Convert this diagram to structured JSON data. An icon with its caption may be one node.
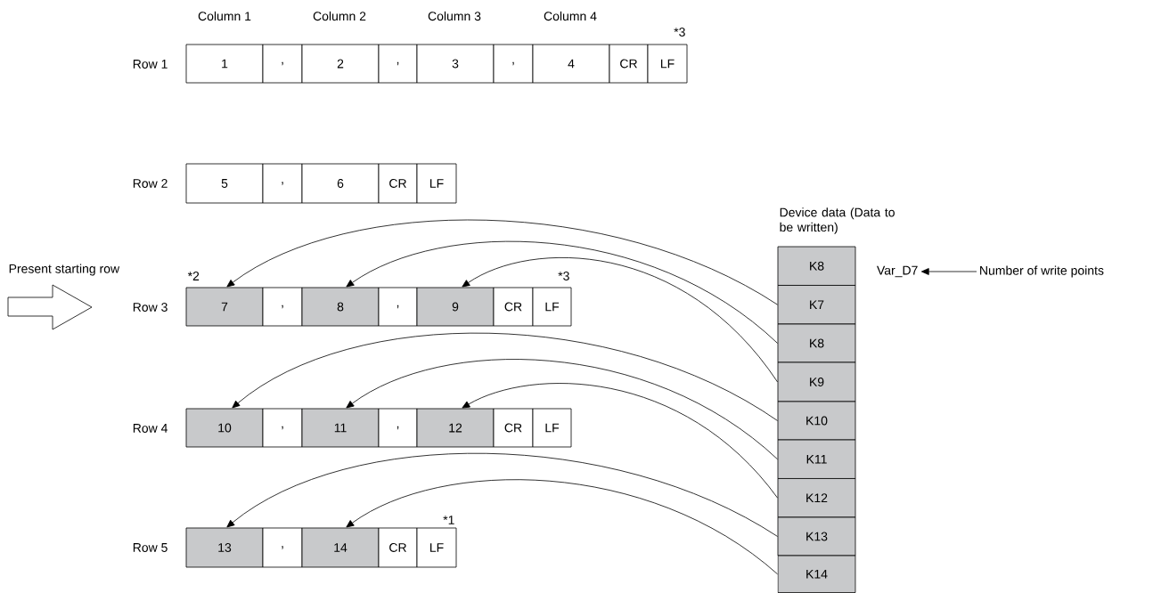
{
  "diagram": {
    "nodes": [
      {
        "text": [
          "1"
        ]
      },
      {
        "text": [
          ","
        ]
      },
      {
        "text": [
          "2"
        ]
      },
      {
        "text": [
          ","
        ]
      },
      {
        "text": [
          "3"
        ]
      },
      {
        "text": [
          ","
        ]
      },
      {
        "text": [
          "4"
        ]
      },
      {
        "text": [
          "CR"
        ]
      },
      {
        "text": [
          "LF"
        ]
      },
      {
        "text": [
          "5"
        ]
      },
      {
        "text": [
          ","
        ]
      },
      {
        "text": [
          "6"
        ]
      },
      {
        "text": [
          "CR"
        ]
      },
      {
        "text": [
          "LF"
        ]
      },
      {
        "text": [
          "7"
        ]
      },
      {
        "text": [
          ","
        ]
      },
      {
        "text": [
          "8"
        ]
      },
      {
        "text": [
          ","
        ]
      },
      {
        "text": [
          "9"
        ]
      },
      {
        "text": [
          "CR"
        ]
      },
      {
        "text": [
          "LF"
        ]
      },
      {
        "text": [
          "10"
        ]
      },
      {
        "text": [
          ","
        ]
      },
      {
        "text": [
          "11"
        ]
      },
      {
        "text": [
          ","
        ]
      },
      {
        "text": [
          "12"
        ]
      },
      {
        "text": [
          "CR"
        ]
      },
      {
        "text": [
          "LF"
        ]
      },
      {
        "text": [
          "13"
        ]
      },
      {
        "text": [
          ","
        ]
      },
      {
        "text": [
          "14"
        ]
      },
      {
        "text": [
          "CR"
        ]
      },
      {
        "text": [
          "LF"
        ]
      },
      {
        "text": [
          "K8"
        ]
      },
      {
        "text": [
          "K7"
        ]
      },
      {
        "text": [
          "K8"
        ]
      },
      {
        "text": [
          "K9"
        ]
      },
      {
        "text": [
          "K10"
        ]
      },
      {
        "text": [
          "K11"
        ]
      },
      {
        "text": [
          "K12"
        ]
      },
      {
        "text": [
          "K13"
        ]
      },
      {
        "text": [
          "K14"
        ]
      },
      {
        "text": [
          "Var_D7"
        ]
      },
      {
        "text": [
          "Number of write points"
        ]
      }
    ],
    "edges": [
      {
        "from": 34,
        "to": 14,
        "arrow": "to"
      },
      {
        "from": 35,
        "to": 16,
        "arrow": "to"
      },
      {
        "from": 36,
        "to": 18,
        "arrow": "to"
      },
      {
        "from": 37,
        "to": 21,
        "arrow": "to"
      },
      {
        "from": 38,
        "to": 23,
        "arrow": "to"
      },
      {
        "from": 39,
        "to": 25,
        "arrow": "to"
      },
      {
        "from": 40,
        "to": 28,
        "arrow": "to"
      },
      {
        "from": 41,
        "to": 30,
        "arrow": "to"
      },
      {
        "from": 43,
        "to": 42,
        "arrow": "to"
      }
    ],
    "labels": [
      "Column 1",
      "Column 2",
      "Column 3",
      "Column 4",
      "*3",
      "Row 1",
      "Row 2",
      "Device data (Data to be written)",
      "Present starting row",
      "*2",
      "*3",
      "Row 3",
      "Row 4",
      "*1",
      "Row 5"
    ]
  }
}
